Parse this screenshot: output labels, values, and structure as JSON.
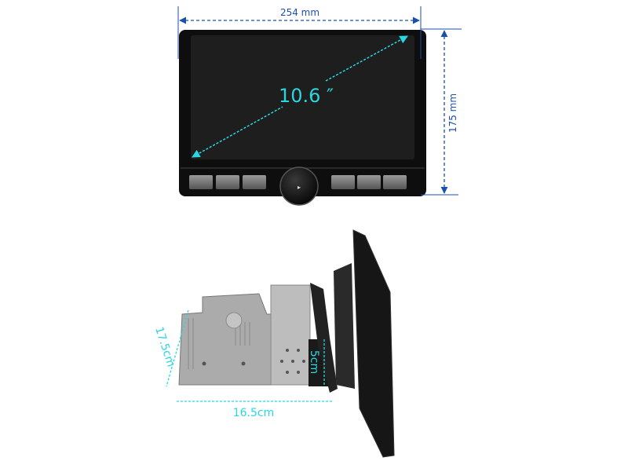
{
  "front_view": {
    "width_label": "254 mm",
    "height_label": "175 mm",
    "diagonal_label": "10.6 ″"
  },
  "side_view": {
    "depth_label": "16.5cm",
    "height_label": "17.5cm",
    "bracket_label": "5cm"
  },
  "colors": {
    "dimension_blue": "#1a4fae",
    "dimension_cyan": "#2ad7e0",
    "device_body": "#0e0e0e",
    "screen": "#1e1e1e",
    "chassis": "#a8a8a8"
  }
}
